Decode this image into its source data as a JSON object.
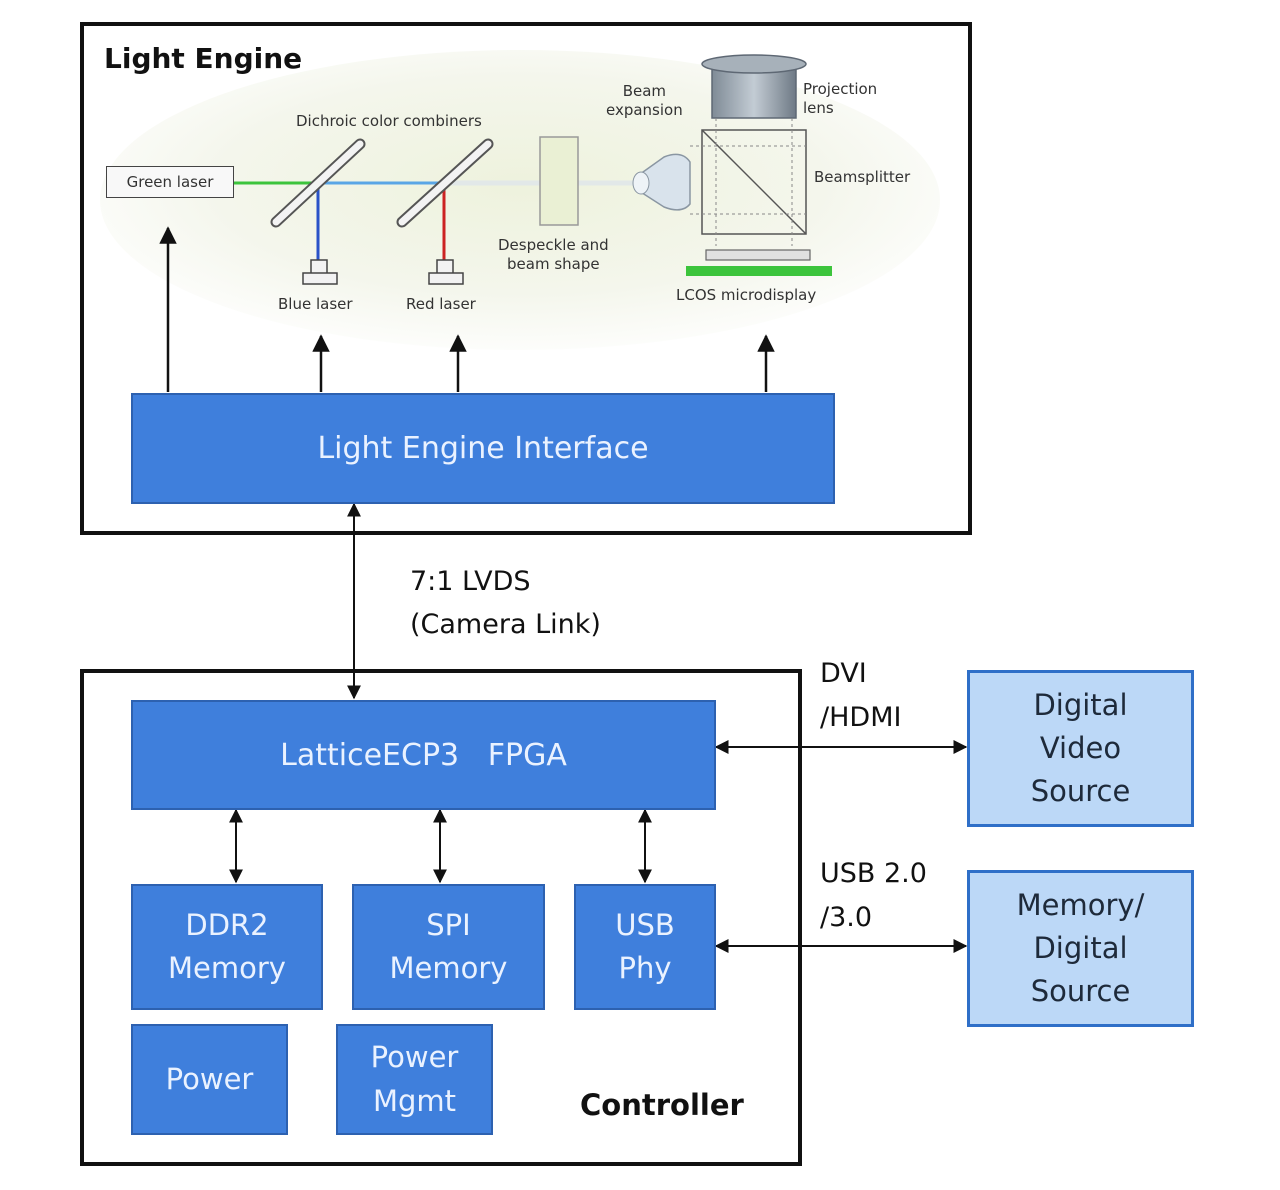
{
  "light_engine": {
    "title": "Light Engine",
    "green_laser": "Green laser",
    "dichroic": "Dichroic color combiners",
    "blue_laser": "Blue laser",
    "red_laser": "Red laser",
    "despeckle": "Despeckle and\nbeam shape",
    "beam_expansion": "Beam\nexpansion",
    "projection_lens": "Projection\nlens",
    "beamsplitter": "Beamsplitter",
    "lcos": "LCOS microdisplay",
    "interface": "Light Engine Interface"
  },
  "link": {
    "lvds": "7:1 LVDS\n(Camera Link)"
  },
  "controller": {
    "title": "Controller",
    "fpga": "LatticeECP3   FPGA",
    "ddr2": "DDR2\nMemory",
    "spi": "SPI\nMemory",
    "usb_phy": "USB\nPhy",
    "power": "Power",
    "power_mgmt": "Power\nMgmt"
  },
  "interfaces": {
    "dvi": "DVI\n/HDMI",
    "usb": "USB 2.0\n/3.0"
  },
  "external": {
    "video_source": "Digital\nVideo\nSource",
    "memory_source": "Memory/\nDigital\nSource"
  },
  "colors": {
    "block_fill": "#3f7fdc",
    "external_fill": "#bcd8f7",
    "green_beam": "#3cc43c",
    "blue_beam": "#2a52c8",
    "red_beam": "#cc2222"
  }
}
